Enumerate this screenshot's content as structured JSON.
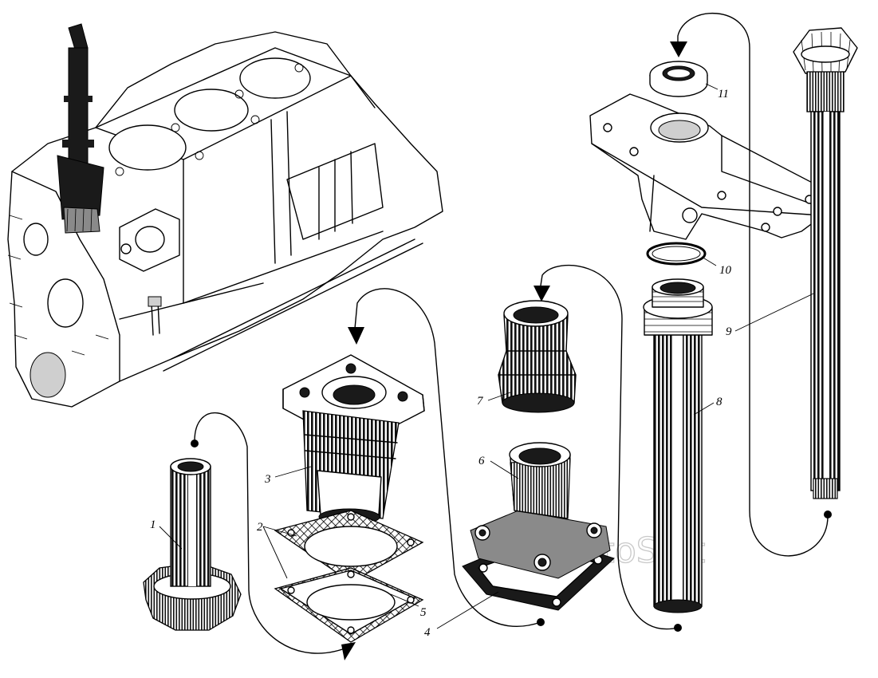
{
  "callouts": {
    "c1": "1",
    "c2": "2",
    "c3": "3",
    "c4": "4",
    "c5": "5",
    "c6": "6",
    "c7": "7",
    "c8": "8",
    "c9": "9",
    "c10": "10",
    "c11": "11"
  },
  "watermark": "AvtoSoft"
}
